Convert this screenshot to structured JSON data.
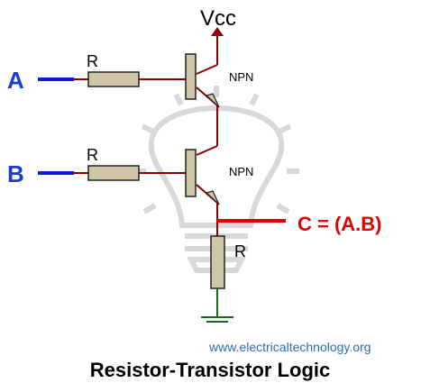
{
  "diagram": {
    "supply_label": "Vcc",
    "input_a_label": "A",
    "input_b_label": "B",
    "output_label": "C = (A.B)",
    "resistor_label": "R",
    "transistor_type": "NPN",
    "website": "www.electricaltechnology.org",
    "title": "Resistor-Transistor Logic"
  },
  "colors": {
    "wire": "#8b0000",
    "input_wire": "#0a18d8",
    "output_wire": "#e00000",
    "component_fill": "#cfc6a8",
    "label_blue": "#1a3cd0",
    "label_red": "#e00000",
    "ground": "#1c6b1c",
    "watermark": "#d4d4d4"
  }
}
